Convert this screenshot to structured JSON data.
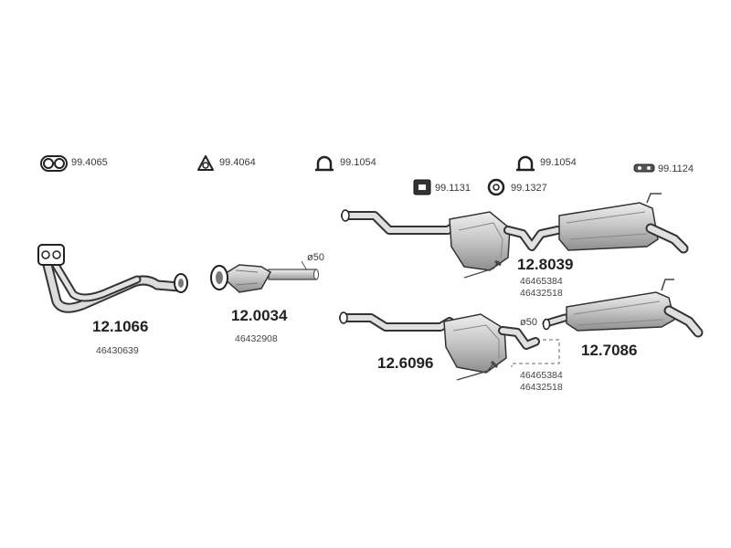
{
  "accessories": [
    {
      "icon": "double-ring-clamp-icon",
      "code": "99.4065"
    },
    {
      "icon": "triangle-gasket-icon",
      "code": "99.4064"
    },
    {
      "icon": "u-bolt-clamp-icon",
      "code": "99.1054"
    },
    {
      "icon": "u-bolt-clamp-icon",
      "code": "99.1054"
    },
    {
      "icon": "rubber-hanger-icon",
      "code": "99.1124"
    },
    {
      "icon": "block-hanger-icon",
      "code": "99.1131"
    },
    {
      "icon": "ring-hanger-icon",
      "code": "99.1327"
    }
  ],
  "parts": {
    "front_pipe": {
      "part_no": "12.1066",
      "oe": [
        "46430639"
      ]
    },
    "catalytic_converter": {
      "part_no": "12.0034",
      "oe": [
        "46432908"
      ],
      "diameter": "ø50"
    },
    "middle_silencer_1": {
      "part_no": "12.8039",
      "oe": [
        "46465384",
        "46432518"
      ]
    },
    "middle_silencer_2": {
      "part_no": "12.6096",
      "oe": [
        "46465384",
        "46432518"
      ],
      "diameter": "ø50"
    },
    "rear_silencer": {
      "part_no": "12.7086"
    }
  }
}
